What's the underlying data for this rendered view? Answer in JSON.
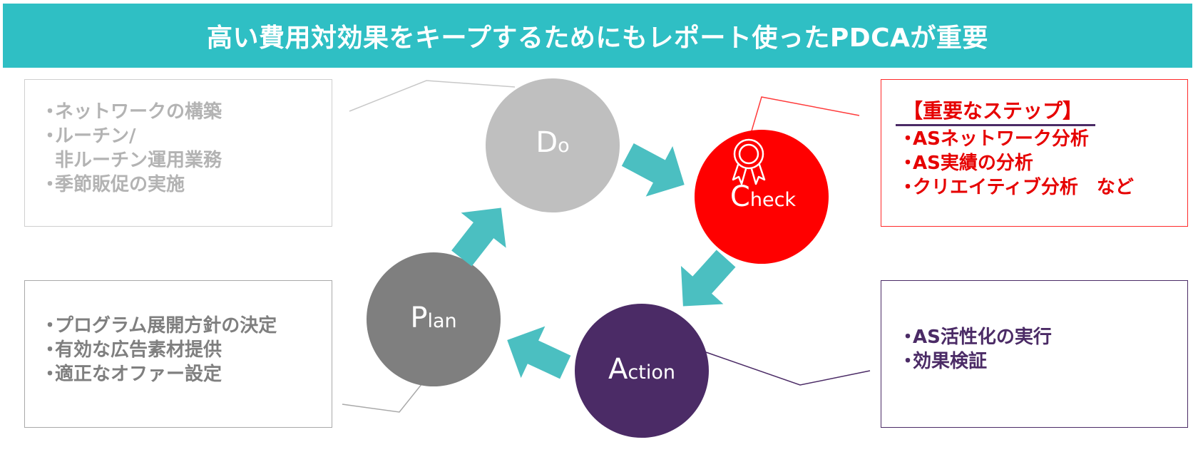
{
  "banner": {
    "title": "高い費用対効果をキープするためにもレポート使ったPDCAが重要"
  },
  "colors": {
    "banner": "#2fbfc4",
    "do": "#bfbfbf",
    "check": "#ff0000",
    "action": "#4b2b66",
    "plan": "#7f7f7f",
    "arrow": "#4bbfc1"
  },
  "cycle": {
    "do": {
      "initial": "D",
      "rest": "o"
    },
    "check": {
      "initial": "C",
      "rest": "heck",
      "icon": "award-ribbon-icon"
    },
    "action": {
      "initial": "A",
      "rest": "ction"
    },
    "plan": {
      "initial": "P",
      "rest": "lan"
    }
  },
  "boxes": {
    "do": {
      "items": [
        "ネットワークの構築",
        "ルーチン/",
        "非ルーチン運用業務",
        "季節販促の実施"
      ]
    },
    "check": {
      "heading": "【重要なステップ】",
      "items": [
        "ASネットワーク分析",
        "AS実績の分析",
        "クリエイティブ分析　など"
      ]
    },
    "action": {
      "items": [
        "AS活性化の実行",
        "効果検証"
      ]
    },
    "plan": {
      "items": [
        "プログラム展開方針の決定",
        "有効な広告素材提供",
        "適正なオファー設定"
      ]
    }
  },
  "bullet": "・"
}
